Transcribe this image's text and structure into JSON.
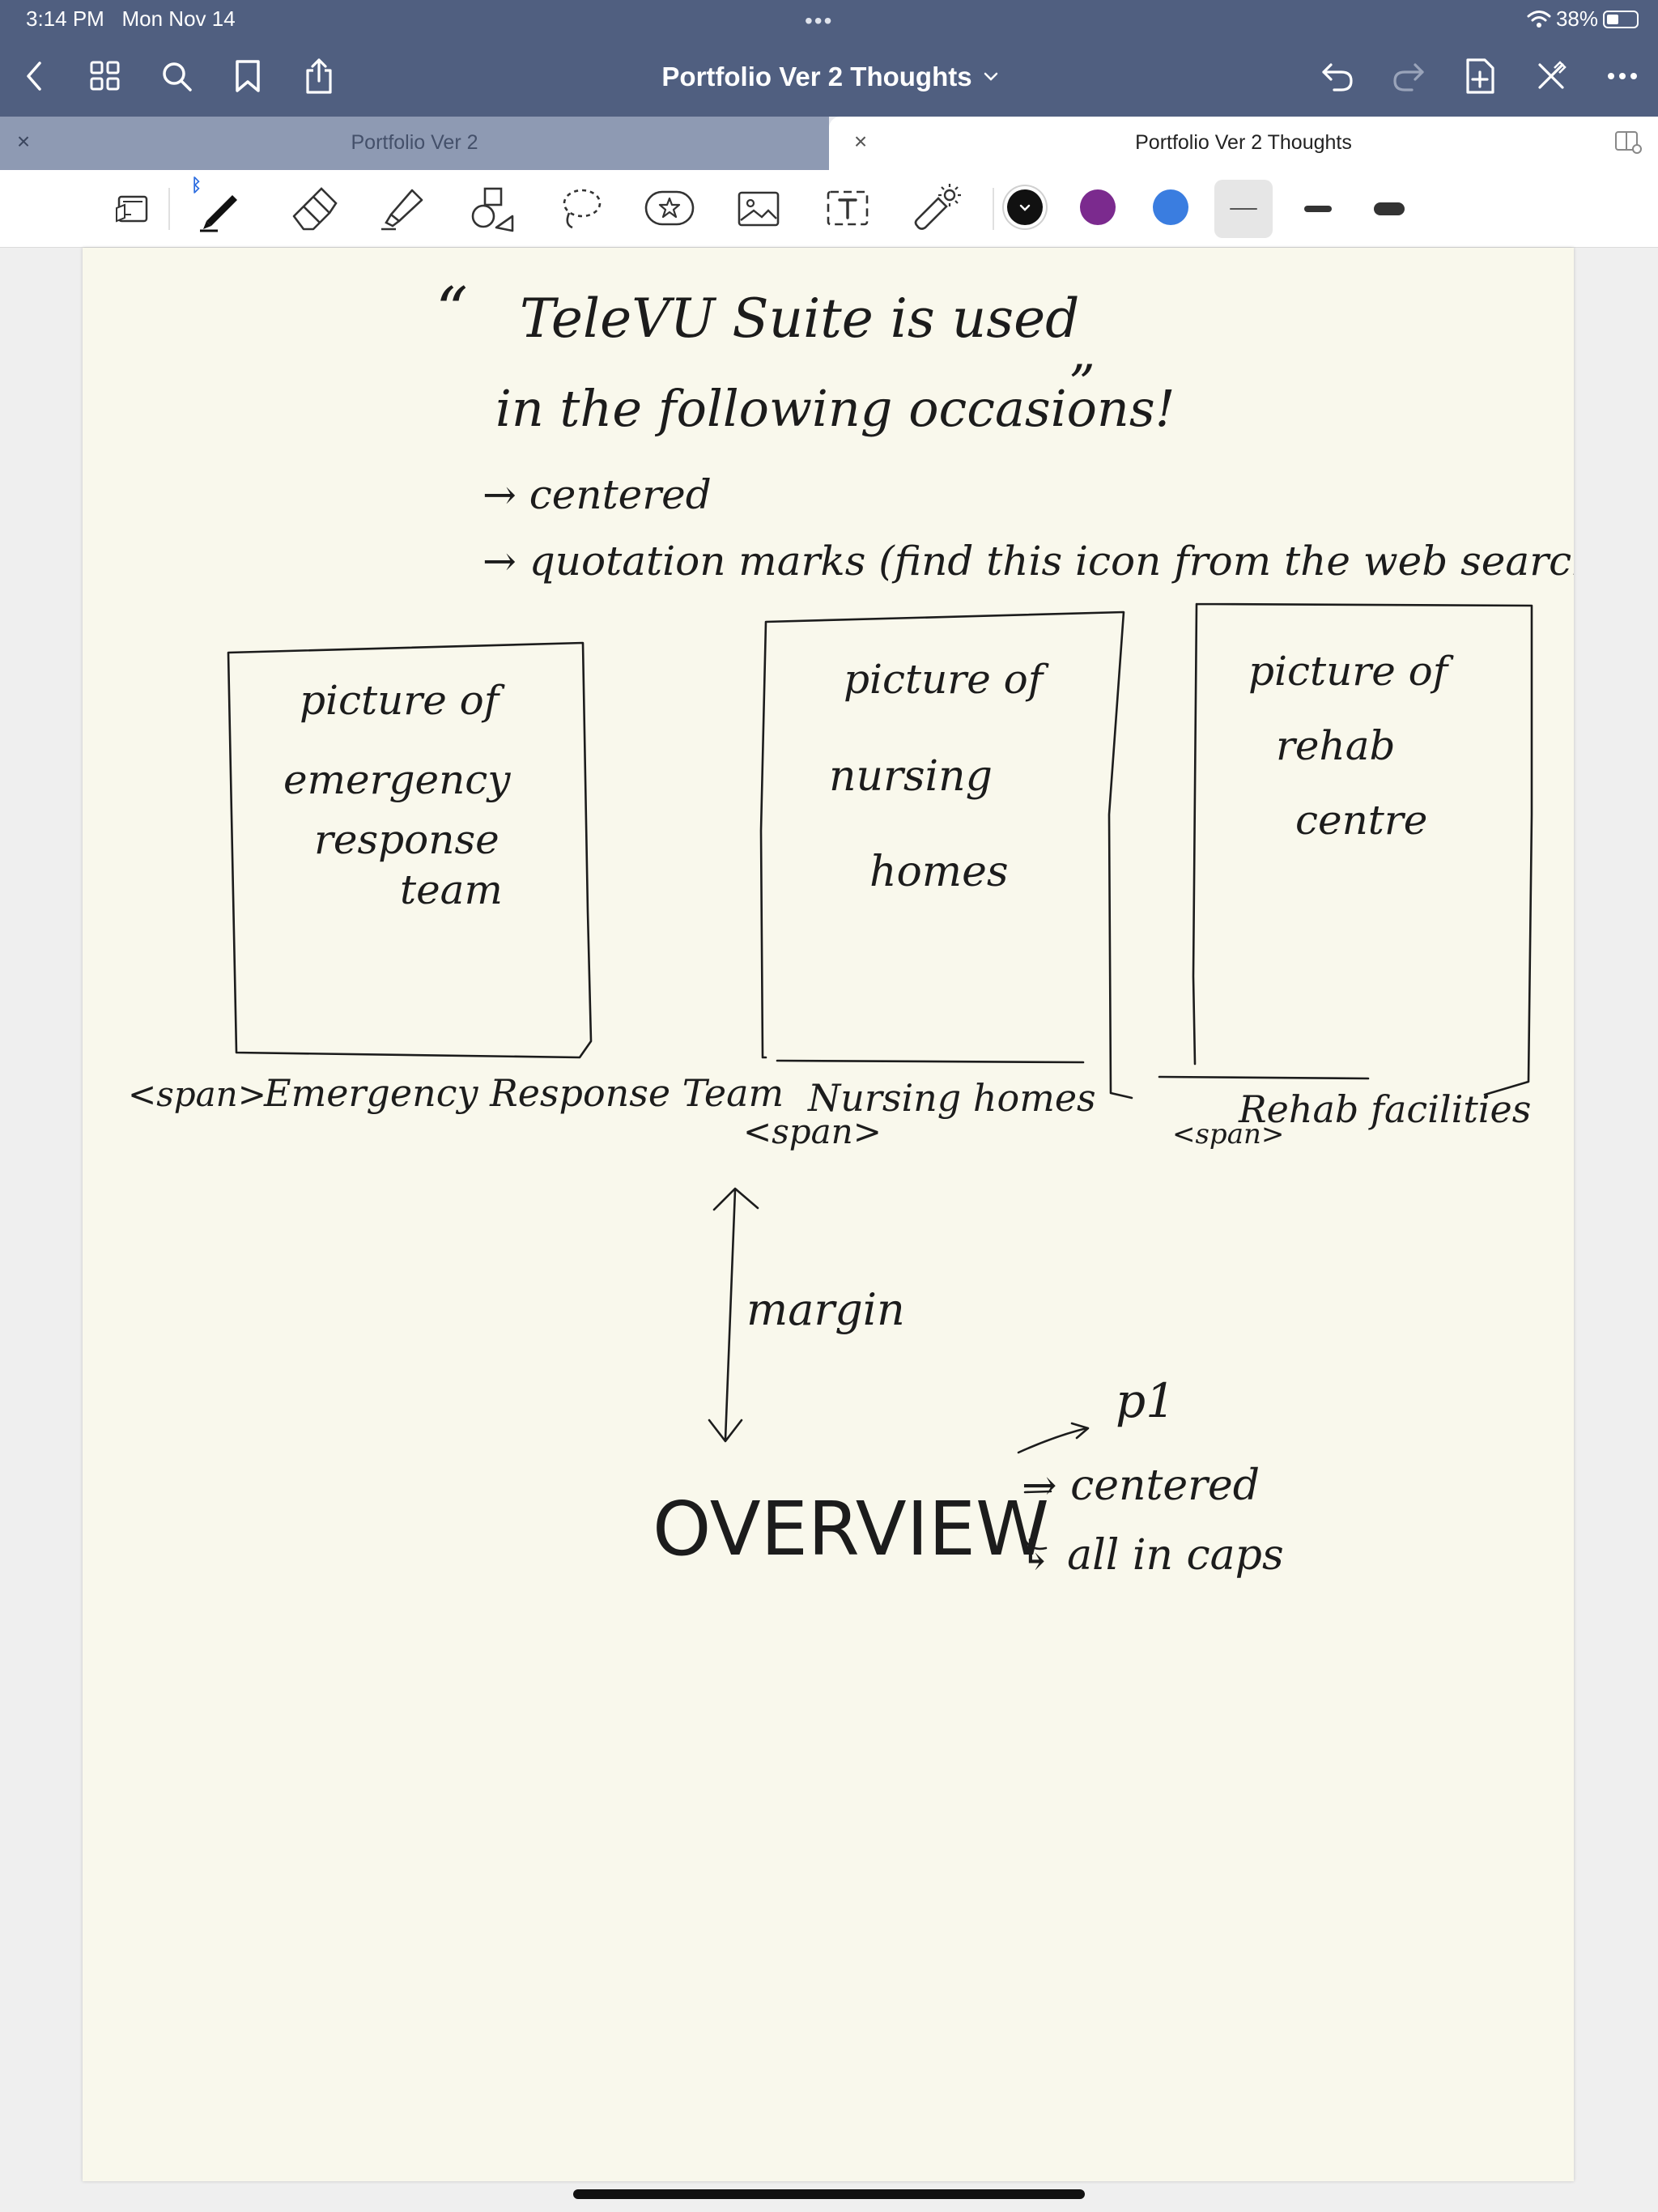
{
  "status_bar": {
    "time": "3:14 PM",
    "date": "Mon Nov 14",
    "more_dots": "•••",
    "battery": "38%"
  },
  "nav_bar": {
    "icons": [
      "back-icon",
      "grid-icon",
      "search-icon",
      "bookmark-icon",
      "share-icon",
      "undo-icon",
      "redo-icon",
      "add-page-icon",
      "close-pen-icon",
      "more-icon"
    ],
    "document_title": "Portfolio Ver 2 Thoughts"
  },
  "tabs": [
    {
      "label": "Portfolio Ver 2",
      "active": false
    },
    {
      "label": "Portfolio Ver 2 Thoughts",
      "active": true
    }
  ],
  "toolbar": {
    "tools": [
      "read-only-icon",
      "pen-icon",
      "eraser-icon",
      "highlighter-icon",
      "shapes-icon",
      "lasso-icon",
      "elements-icon",
      "image-icon",
      "text-icon",
      "laser-pointer-icon"
    ],
    "bluetooth_badge": "ᛒ",
    "colors": [
      "#111111",
      "#7b2a8e",
      "#3a7de0"
    ],
    "selected_color": "#111111",
    "stroke_widths": [
      "thin",
      "medium",
      "thick"
    ],
    "selected_stroke": "thin"
  },
  "note": {
    "open_quote": "“",
    "close_quote": "”",
    "quote_line1": "TeleVU Suite is used",
    "quote_line2": "in the following occasions!",
    "bullet1": "→ centered",
    "bullet2": "→ quotation marks (find this icon from the web search)",
    "box1_line1": "picture of",
    "box1_line2": "emergency",
    "box1_line3": "response",
    "box1_line4": "team",
    "box2_line1": "picture of",
    "box2_line2": "nursing",
    "box2_line3": "homes",
    "box3_line1": "picture of",
    "box3_line2": "rehab",
    "box3_line3": "centre",
    "caption1_tag": "<span>",
    "caption1": "Emergency Response Team",
    "caption2": "Nursing homes",
    "caption2_tag": "<span>",
    "caption3_tag": "<span>",
    "caption3": "Rehab facilities",
    "margin_label": "margin",
    "overview": "OVERVIEW",
    "note_p1": "p1",
    "note_centered": "→ centered",
    "note_caps": "↳ all in caps"
  }
}
